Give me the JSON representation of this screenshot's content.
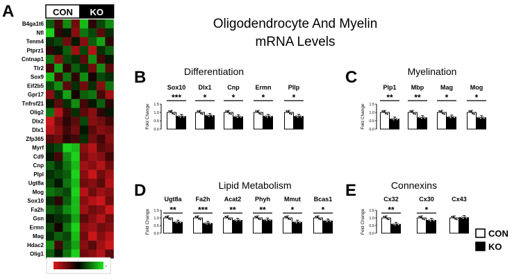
{
  "figure": {
    "main_title_line1": "Oligodendrocyte And Myelin",
    "main_title_line2": "mRNA Levels",
    "legend": {
      "con": "CON",
      "ko": "KO"
    }
  },
  "chart_data": [
    {
      "panel": "A",
      "type": "heatmap",
      "groups": [
        "CON",
        "KO"
      ],
      "columns_per_group": 4,
      "rows": [
        "B4ga1t6",
        "Nfl",
        "Tenm4",
        "Ptprz1",
        "Cntnap1",
        "Tlr2",
        "Sox9",
        "Eif2b5",
        "Gpr17",
        "Tnfrsf21",
        "Olig2",
        "Dlx2",
        "Dlx1",
        "Zfp365",
        "Myrf",
        "Cd9",
        "Cnp",
        "Plpl",
        "Ugt8a",
        "Mog",
        "Sox10",
        "Fa2h",
        "Gsn",
        "Ermn",
        "Mag",
        "Hdac2",
        "Olig1"
      ],
      "color_scale": {
        "low": "#e0181c",
        "mid": "#000000",
        "high": "#1ee81e"
      },
      "colorbar_labels": [
        "-",
        "-",
        "+"
      ],
      "values": [
        [
          0.4,
          -0.3,
          0.6,
          -0.5,
          0.8,
          -0.2,
          0.3,
          0.6
        ],
        [
          0.9,
          -0.2,
          0.1,
          -0.6,
          0.5,
          0.3,
          -0.4,
          0.2
        ],
        [
          0.2,
          0.3,
          -0.5,
          0.1,
          -0.6,
          0.4,
          0.7,
          -0.2
        ],
        [
          -0.2,
          0.1,
          0.4,
          -0.7,
          0.3,
          -0.8,
          0.2,
          0.4
        ],
        [
          0.5,
          -0.6,
          0.3,
          0.2,
          -0.4,
          0.6,
          -0.3,
          0.1
        ],
        [
          -0.3,
          0.7,
          -0.2,
          0.4,
          0.2,
          -0.5,
          0.6,
          -0.4
        ],
        [
          0.8,
          -0.3,
          0.5,
          -0.2,
          0.6,
          -0.1,
          0.3,
          0.2
        ],
        [
          0.3,
          0.6,
          -0.4,
          0.2,
          -0.5,
          0.2,
          -0.6,
          0.5
        ],
        [
          -0.6,
          0.2,
          0.7,
          -0.1,
          0.4,
          0.5,
          -0.3,
          -0.7
        ],
        [
          0.1,
          -0.4,
          0.2,
          0.6,
          -0.3,
          0.1,
          0.4,
          -0.2
        ],
        [
          0.5,
          -0.8,
          -0.3,
          0.2,
          -0.4,
          -0.6,
          -0.2,
          0.1
        ],
        [
          -0.9,
          -0.5,
          -0.2,
          -0.4,
          0.3,
          -0.6,
          -0.5,
          -0.3
        ],
        [
          -0.8,
          -0.6,
          -0.3,
          -0.5,
          0.1,
          -0.4,
          -0.6,
          -0.5
        ],
        [
          -0.4,
          -0.5,
          -0.2,
          -0.3,
          0.2,
          -0.5,
          -0.3,
          -0.6
        ],
        [
          0.2,
          0.3,
          0.9,
          0.8,
          -0.6,
          -0.8,
          -0.4,
          -0.5
        ],
        [
          0.1,
          -0.3,
          0.6,
          0.9,
          -0.5,
          -0.7,
          -0.6,
          -0.3
        ],
        [
          0.4,
          0.2,
          0.5,
          0.8,
          -0.7,
          -0.6,
          -0.8,
          -0.5
        ],
        [
          0.2,
          0.3,
          0.4,
          0.9,
          -0.6,
          -0.9,
          -0.5,
          -0.7
        ],
        [
          0.3,
          0.1,
          0.5,
          0.8,
          -0.5,
          -0.6,
          -0.4,
          -0.8
        ],
        [
          0.5,
          0.4,
          0.3,
          0.9,
          -0.8,
          -0.5,
          -0.7,
          -0.6
        ],
        [
          0.2,
          -0.2,
          0.4,
          0.8,
          -0.6,
          -0.8,
          -0.9,
          -0.5
        ],
        [
          0.4,
          0.3,
          0.6,
          0.8,
          -0.7,
          -0.5,
          -0.6,
          -0.9
        ],
        [
          0.1,
          0.2,
          0.3,
          0.7,
          -0.4,
          -0.6,
          -0.8,
          -0.5
        ],
        [
          0.3,
          -0.1,
          0.5,
          0.9,
          -0.6,
          -0.7,
          -0.5,
          -0.6
        ],
        [
          0.2,
          0.4,
          0.3,
          0.8,
          -0.5,
          -0.9,
          -0.6,
          -0.8
        ],
        [
          0.6,
          -0.3,
          0.4,
          0.7,
          -0.6,
          -0.4,
          -0.7,
          -0.9
        ],
        [
          0.4,
          0.1,
          0.5,
          0.9,
          -0.5,
          -0.6,
          -0.8,
          -0.4
        ]
      ]
    },
    {
      "panel": "B",
      "title": "Differentiation",
      "type": "bar",
      "ylabel": "Fold Change",
      "ylim": [
        0,
        1.5
      ],
      "yticks": [
        "0.0",
        "0.5",
        "1.0",
        "1.5"
      ],
      "genes": [
        "Sox10",
        "Dlx1",
        "Cnp",
        "Ermn",
        "Pllp"
      ],
      "con": [
        1.0,
        1.0,
        1.0,
        1.0,
        1.0
      ],
      "ko": [
        0.76,
        0.81,
        0.74,
        0.76,
        0.76
      ],
      "sig": [
        "***",
        "*",
        "*",
        "*",
        "*"
      ]
    },
    {
      "panel": "C",
      "title": "Myelination",
      "type": "bar",
      "ylabel": "Fold Change",
      "ylim": [
        0,
        1.5
      ],
      "yticks": [
        "0.0",
        "0.5",
        "1.0",
        "1.5"
      ],
      "genes": [
        "Plp1",
        "Mbp",
        "Mag",
        "Mog"
      ],
      "con": [
        1.0,
        1.0,
        1.0,
        1.0
      ],
      "ko": [
        0.6,
        0.68,
        0.72,
        0.68
      ],
      "sig": [
        "**",
        "**",
        "*",
        "*"
      ]
    },
    {
      "panel": "D",
      "title": "Lipid Metabolism",
      "type": "bar",
      "ylabel": "Fold Change",
      "ylim": [
        0,
        1.5
      ],
      "yticks": [
        "0.0",
        "0.5",
        "1.0",
        "1.5"
      ],
      "genes": [
        "Ugt8a",
        "Fa2h",
        "Acat2",
        "Phyh",
        "Mmut",
        "Bcas1"
      ],
      "con": [
        1.0,
        1.0,
        1.0,
        1.0,
        1.0,
        1.0
      ],
      "ko": [
        0.72,
        0.64,
        0.84,
        0.86,
        0.72,
        0.8
      ],
      "sig": [
        "**",
        "***",
        "**",
        "**",
        "*",
        "*"
      ]
    },
    {
      "panel": "E",
      "title": "Connexins",
      "type": "bar",
      "ylabel": "Fold Change",
      "ylim": [
        0,
        1.5
      ],
      "yticks": [
        "0.0",
        "0.5",
        "1.0",
        "1.5"
      ],
      "genes": [
        "Cx32",
        "Cx30",
        "Cx43"
      ],
      "con": [
        1.0,
        1.0,
        1.0
      ],
      "ko": [
        0.58,
        0.84,
        1.02
      ],
      "sig": [
        "**",
        "*",
        ""
      ]
    }
  ]
}
